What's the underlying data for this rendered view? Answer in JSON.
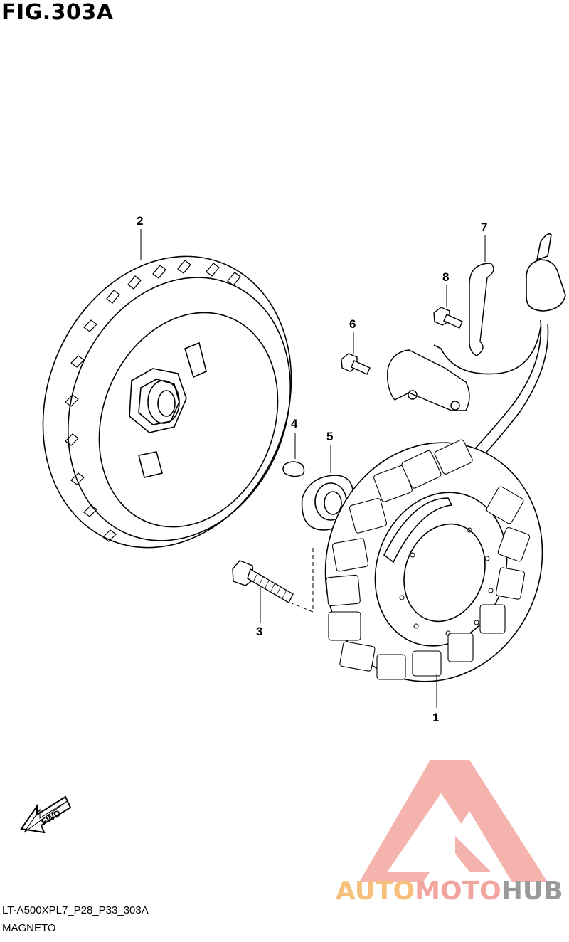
{
  "figure": {
    "title": "FIG.303A",
    "code": "LT-A500XPL7_P28_P33_303A",
    "name": "MAGNETO"
  },
  "callouts": [
    {
      "number": "1",
      "part": "stator"
    },
    {
      "number": "2",
      "part": "rotor"
    },
    {
      "number": "3",
      "part": "bolt"
    },
    {
      "number": "4",
      "part": "key"
    },
    {
      "number": "5",
      "part": "washer"
    },
    {
      "number": "6",
      "part": "screw"
    },
    {
      "number": "7",
      "part": "clamp"
    },
    {
      "number": "8",
      "part": "bolt"
    }
  ],
  "fwd_label": "FWD",
  "watermark": {
    "part1": "AUTO",
    "part2": "MOTO",
    "part3": "HUB",
    "colors": {
      "auto": "#f6c07c",
      "moto": "#f2a59e",
      "hub": "#9a9a9a",
      "logo": "#f4a6a0"
    }
  }
}
